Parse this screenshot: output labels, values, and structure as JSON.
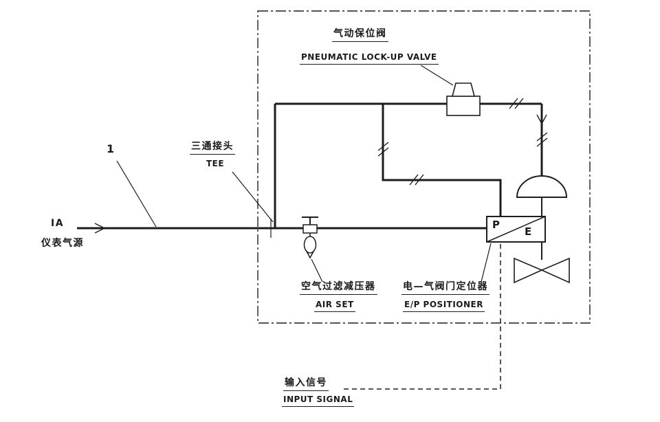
{
  "labels": {
    "line_number": "1",
    "ia": "IA",
    "instrument_air_cn": "仪表气源",
    "tee_cn": "三通接头",
    "tee_en": "TEE",
    "lockup_cn": "气动保位阀",
    "lockup_en": "PNEUMATIC LOCK-UP VALVE",
    "airset_cn": "空气过滤减压器",
    "airset_en": "AIR SET",
    "positioner_cn": "电—气阀门定位器",
    "positioner_en": "E/P POSITIONER",
    "input_cn": "输入信号",
    "input_en": "INPUT SIGNAL",
    "positioner_p": "P",
    "positioner_e": "E"
  },
  "colors": {
    "line": "#1c1c1c",
    "background": "#ffffff"
  }
}
